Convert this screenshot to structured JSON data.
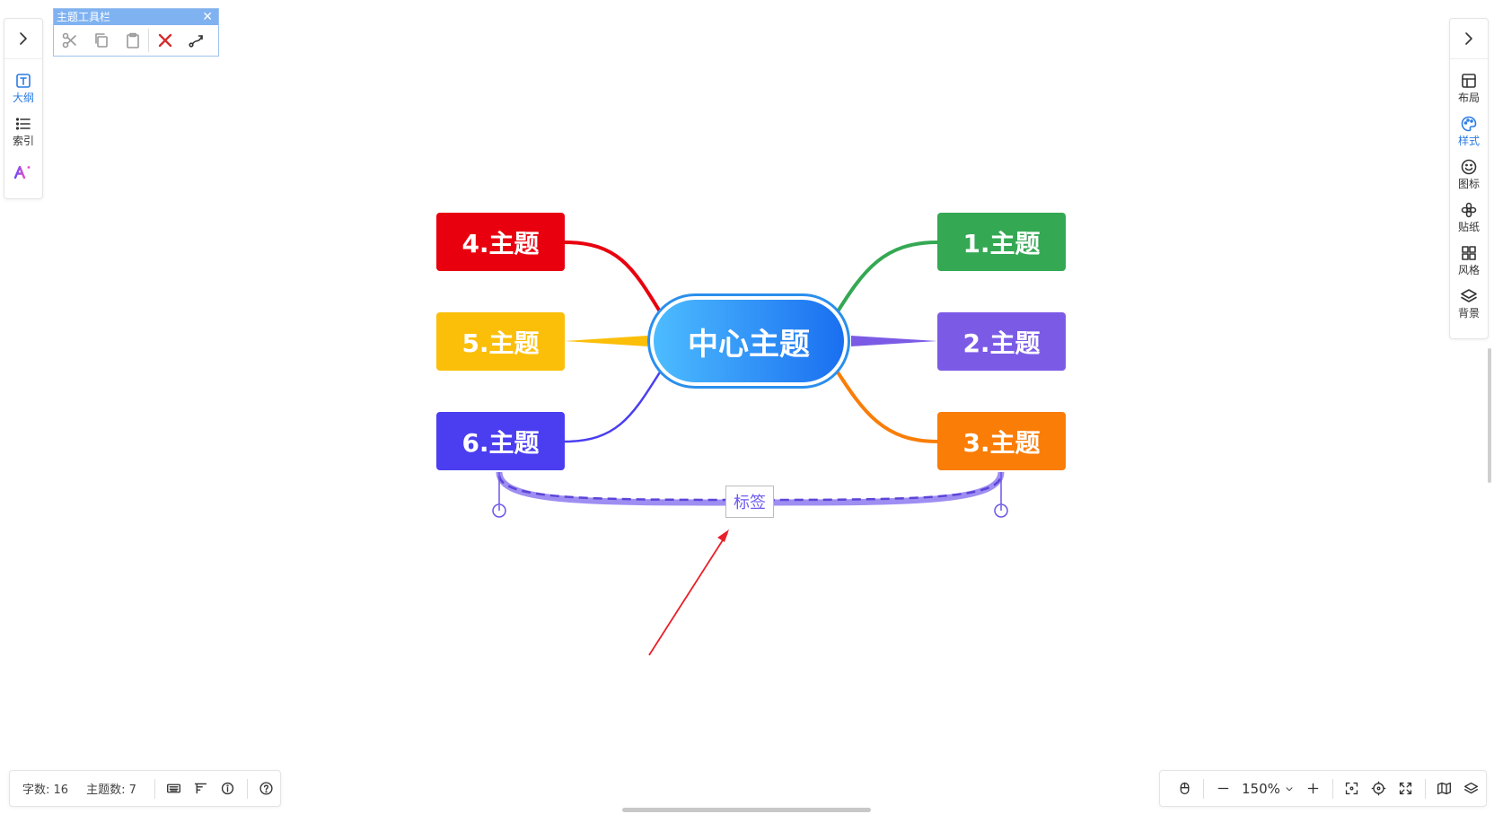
{
  "topic_toolbar": {
    "title": "主题工具栏",
    "close": "✕",
    "tools": [
      "cut-icon",
      "copy-icon",
      "paste-icon",
      "delete-icon",
      "relation-icon"
    ]
  },
  "left_sidebar": {
    "items": [
      {
        "label": "大纲",
        "icon": "outline-icon",
        "active": true
      },
      {
        "label": "索引",
        "icon": "index-icon",
        "active": false
      },
      {
        "label": "",
        "icon": "ai-icon",
        "active": false
      }
    ]
  },
  "right_sidebar": {
    "items": [
      {
        "label": "布局",
        "icon": "layout-icon"
      },
      {
        "label": "样式",
        "icon": "palette-icon",
        "active": true
      },
      {
        "label": "图标",
        "icon": "smile-icon"
      },
      {
        "label": "贴纸",
        "icon": "flower-icon"
      },
      {
        "label": "风格",
        "icon": "grid-icon"
      },
      {
        "label": "背景",
        "icon": "layers-icon"
      }
    ]
  },
  "mindmap": {
    "center": "中心主题",
    "topics": [
      {
        "text": "1.主题",
        "color": "#34a853"
      },
      {
        "text": "2.主题",
        "color": "#7b5be6"
      },
      {
        "text": "3.主题",
        "color": "#f97d07"
      },
      {
        "text": "4.主题",
        "color": "#e8000f"
      },
      {
        "text": "5.主题",
        "color": "#fbbf09"
      },
      {
        "text": "6.主题",
        "color": "#4a3ef0"
      }
    ],
    "summary_label": "标签",
    "summary_color": "#7b61e8",
    "arrow_color": "#e8202a"
  },
  "status_bar": {
    "word_count": "字数: 16",
    "topic_count": "主题数: 7",
    "zoom": "150%"
  },
  "colors": {
    "accent": "#2a7be4",
    "center_border": "#2a8fec"
  }
}
